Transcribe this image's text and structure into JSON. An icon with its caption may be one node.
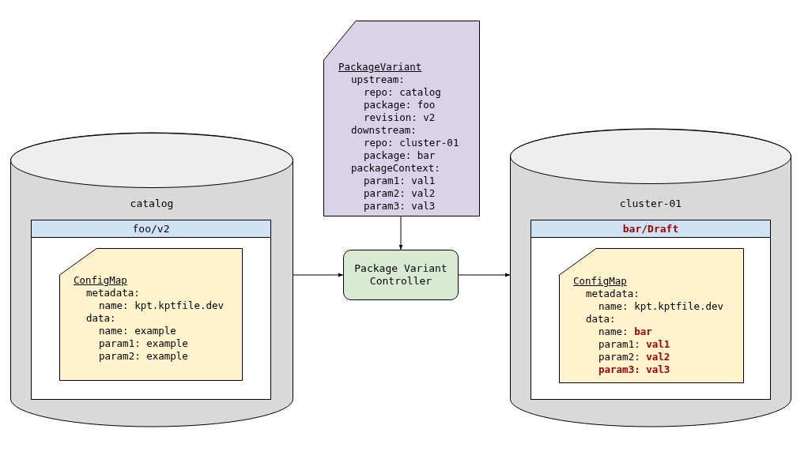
{
  "diagram": {
    "nodes": [
      {
        "text": [
          "catalog"
        ]
      },
      {
        "text": [
          "foo/v2"
        ],
        "in": 0
      },
      {
        "text": [
          "ConfigMap",
          "metadata:",
          "name: kpt.kptfile.dev",
          "data:",
          "name: example",
          "param1: example",
          "param2: example"
        ],
        "in": 1
      },
      {
        "text": [
          "Package Variant Controller"
        ]
      },
      {
        "text": [
          "PackageVariant",
          "upstream:",
          "repo: catalog",
          "package: foo",
          "revision: v2",
          "downstream:",
          "repo: cluster-01",
          "package: bar",
          "packageContext:",
          "param1: val1",
          "param2: val2",
          "param3: val3"
        ]
      },
      {
        "text": [
          "cluster-01"
        ]
      },
      {
        "text": [
          "bar/Draft"
        ],
        "in": 5
      },
      {
        "text": [
          "ConfigMap",
          "metadata:",
          "name: kpt.kptfile.dev",
          "data:",
          "name: **bar**",
          "param1: **val1**",
          "param2: **val2**",
          "**param3: val3**"
        ],
        "in": 6
      }
    ],
    "edges": [
      {
        "from": 0,
        "to": 3,
        "arrow": "to"
      },
      {
        "from": 3,
        "to": 5,
        "arrow": "to"
      },
      {
        "from": 4,
        "to": 3,
        "arrow": "to"
      }
    ]
  }
}
